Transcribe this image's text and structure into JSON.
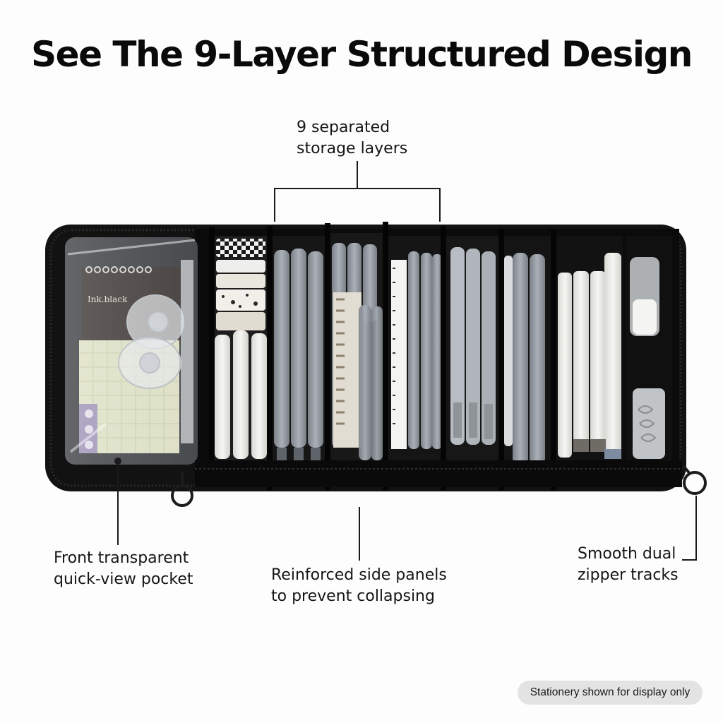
{
  "title": "See The 9-Layer Structured Design",
  "callouts": {
    "layers": {
      "line1": "9 separated",
      "line2": "storage layers"
    },
    "pocket": {
      "line1": "Front transparent",
      "line2": "quick-view pocket"
    },
    "panels": {
      "line1": "Reinforced side panels",
      "line2": "to prevent collapsing"
    },
    "zipper": {
      "line1": "Smooth dual",
      "line2": "zipper tracks"
    }
  },
  "notebook_label": "Ink.black",
  "footnote": "Stationery shown for display only",
  "colors": {
    "case": "#121212",
    "pens": "#8e939a",
    "background": "#fdfdfd",
    "badge": "#e3e3e3"
  }
}
